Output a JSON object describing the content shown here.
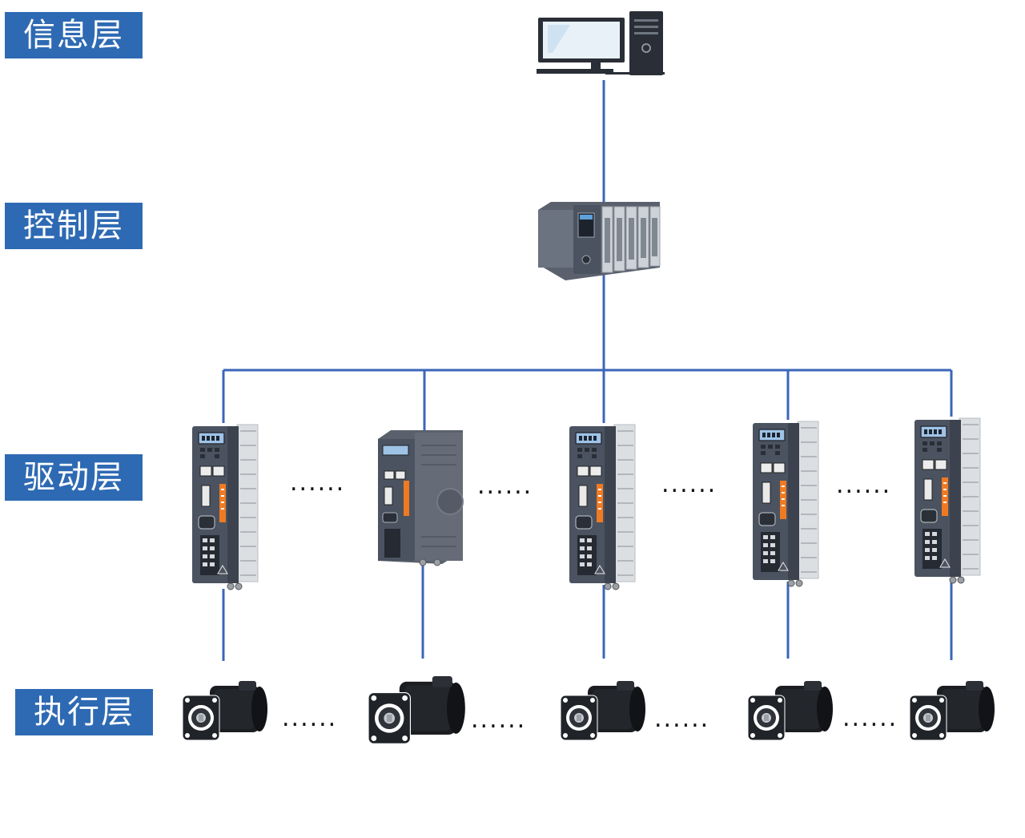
{
  "layers": {
    "info": "信息层",
    "control": "控制层",
    "drive": "驱动层",
    "execution": "执行层"
  },
  "ellipsis": "......",
  "colors": {
    "label_bg": "#2e6ab3",
    "label_text": "#ffffff",
    "connector": "#3b66b9",
    "device_body": "#4a5260",
    "device_heatsink": "#d7dadd",
    "accent_orange": "#f07a22",
    "motor_body": "#17191c"
  },
  "icons": {
    "computer": "desktop-computer-icon",
    "plc": "plc-controller-icon",
    "servo_drive": "servo-drive-icon",
    "servo_motor": "servo-motor-icon"
  }
}
